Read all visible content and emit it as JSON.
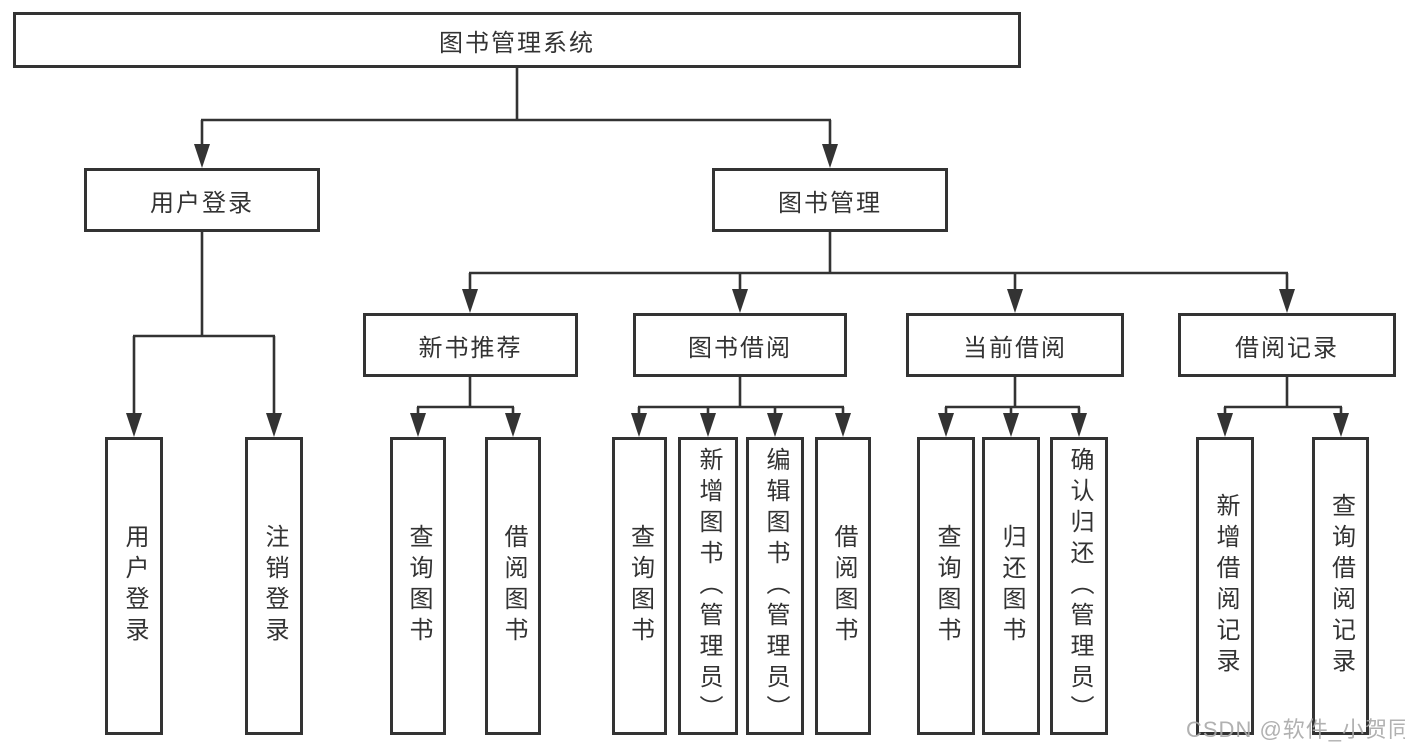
{
  "tree": {
    "label": "图书管理系统",
    "children": [
      {
        "label": "用户登录",
        "children": [
          {
            "label": "用户登录"
          },
          {
            "label": "注销登录"
          }
        ]
      },
      {
        "label": "图书管理",
        "children": [
          {
            "label": "新书推荐",
            "children": [
              {
                "label": "查询图书"
              },
              {
                "label": "借阅图书"
              }
            ]
          },
          {
            "label": "图书借阅",
            "children": [
              {
                "label": "查询图书"
              },
              {
                "label": "新增图书（管理员）"
              },
              {
                "label": "编辑图书（管理员）"
              },
              {
                "label": "借阅图书"
              }
            ]
          },
          {
            "label": "当前借阅",
            "children": [
              {
                "label": "查询图书"
              },
              {
                "label": "归还图书"
              },
              {
                "label": "确认归还（管理员）"
              }
            ]
          },
          {
            "label": "借阅记录",
            "children": [
              {
                "label": "新增借阅记录"
              },
              {
                "label": "查询借阅记录"
              }
            ]
          }
        ]
      }
    ]
  },
  "watermark": {
    "text": "CSDN @软件_小贺同学"
  },
  "colors": {
    "line": "#333333",
    "box_border": "#333333",
    "text": "#333333",
    "background": "#ffffff",
    "watermark": "#a8a8a8"
  }
}
